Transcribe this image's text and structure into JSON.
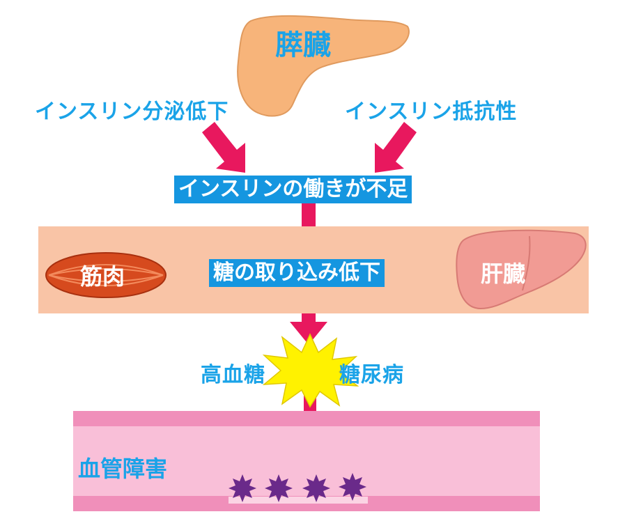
{
  "diagram": {
    "pancreas_label": "膵臓",
    "left_cause": "インスリン分泌低下",
    "right_cause": "インスリン抵抗性",
    "insulin_box": "インスリンの働きが不足",
    "uptake_box": "糖の取り込み低下",
    "muscle_label": "筋肉",
    "liver_label": "肝臓",
    "left_result": "高血糖",
    "right_result": "糖尿病",
    "vessel_label": "血管障害"
  },
  "colors": {
    "pancreas": "#f7b47a",
    "arrow": "#e8185e",
    "text_blue": "#1aa3e8",
    "box_blue": "#1596e0",
    "band": "#f9c4a6",
    "muscle": "#d64a1e",
    "liver": "#f19b94",
    "starburst": "#fff200",
    "vessel_wall": "#f08fba",
    "vessel_inner": "#f9bfd8",
    "plaque": "#6a2a8a"
  },
  "icons": [
    "pancreas-icon",
    "muscle-icon",
    "liver-icon",
    "starburst-icon",
    "plaque-icon"
  ]
}
